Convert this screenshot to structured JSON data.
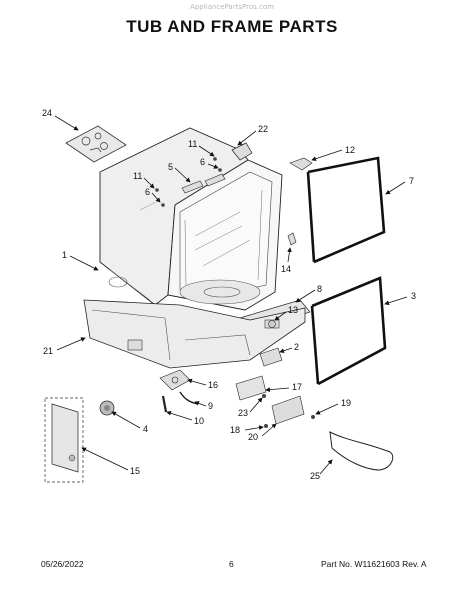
{
  "header": {
    "watermark": "AppliancePartsPros.com",
    "title": "TUB AND FRAME PARTS"
  },
  "callouts": [
    {
      "id": "24",
      "label": "24"
    },
    {
      "id": "22",
      "label": "22"
    },
    {
      "id": "11a",
      "label": "11"
    },
    {
      "id": "6a",
      "label": "6"
    },
    {
      "id": "5",
      "label": "5"
    },
    {
      "id": "11b",
      "label": "11"
    },
    {
      "id": "6b",
      "label": "6"
    },
    {
      "id": "12",
      "label": "12"
    },
    {
      "id": "7",
      "label": "7"
    },
    {
      "id": "14",
      "label": "14"
    },
    {
      "id": "1",
      "label": "1"
    },
    {
      "id": "8",
      "label": "8"
    },
    {
      "id": "3",
      "label": "3"
    },
    {
      "id": "13",
      "label": "13"
    },
    {
      "id": "21",
      "label": "21"
    },
    {
      "id": "2",
      "label": "2"
    },
    {
      "id": "16",
      "label": "16"
    },
    {
      "id": "17",
      "label": "17"
    },
    {
      "id": "9",
      "label": "9"
    },
    {
      "id": "19",
      "label": "19"
    },
    {
      "id": "23",
      "label": "23"
    },
    {
      "id": "10",
      "label": "10"
    },
    {
      "id": "4",
      "label": "4"
    },
    {
      "id": "18",
      "label": "18"
    },
    {
      "id": "20",
      "label": "20"
    },
    {
      "id": "15",
      "label": "15"
    },
    {
      "id": "25",
      "label": "25"
    }
  ],
  "footer": {
    "date": "05/26/2022",
    "page": "6",
    "part_number": "Part No.  W11621603  Rev.  A"
  }
}
